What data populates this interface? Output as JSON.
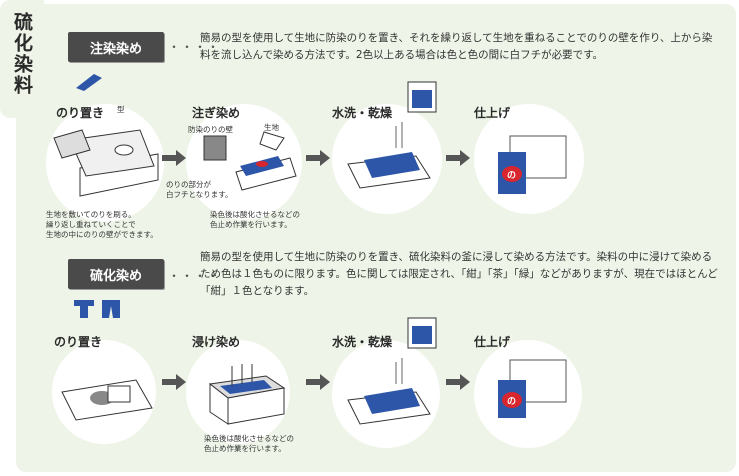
{
  "sidebar": {
    "title": "硫化染料"
  },
  "sections": [
    {
      "label": "注染染め",
      "dots": "・・・・",
      "description": "簡易の型を使用して生地に防染のりを置き、それを繰り返して生地を重ねることでのりの壁を作り、上から染料を流し込んで染める方法です。2色以上ある場合は色と色の間に白フチが必要です。",
      "steps": [
        {
          "title": "のり置き",
          "labels": [
            "型"
          ],
          "note": "生地を敷いてのりを刷る。\n繰り返し重ねていくことで\n生地の中にのりの壁ができます。"
        },
        {
          "title": "注ぎ染め",
          "labels": [
            "防染のりの壁",
            "生地",
            "のりの部分が\n白フチとなります。"
          ],
          "note": "染色後は酸化させるなどの\n色止め作業を行います。"
        },
        {
          "title": "水洗・乾燥"
        },
        {
          "title": "仕上げ",
          "mark": "の"
        }
      ]
    },
    {
      "label": "硫化染め",
      "dots": "・・・・",
      "description": "簡易の型を使用して生地に防染のりを置き、硫化染料の釜に浸して染める方法です。染料の中に浸けて染めるため色は１色ものに限ります。色に関しては限定され、「紺」「茶」「緑」などがありますが、現在ではほとんど「紺」１色となります。",
      "steps": [
        {
          "title": "のり置き"
        },
        {
          "title": "浸け染め",
          "note": "染色後は酸化させるなどの\n色止め作業を行います。"
        },
        {
          "title": "水洗・乾燥"
        },
        {
          "title": "仕上げ",
          "mark": "の"
        }
      ]
    }
  ],
  "colors": {
    "panel": "#eef5e8",
    "label_bg": "#4a4a4a",
    "indigo": "#2d56a8",
    "red": "#d8262e"
  },
  "icons": [
    "tenugui-icon",
    "shirt-icon",
    "pants-icon",
    "arrow-right-icon"
  ]
}
